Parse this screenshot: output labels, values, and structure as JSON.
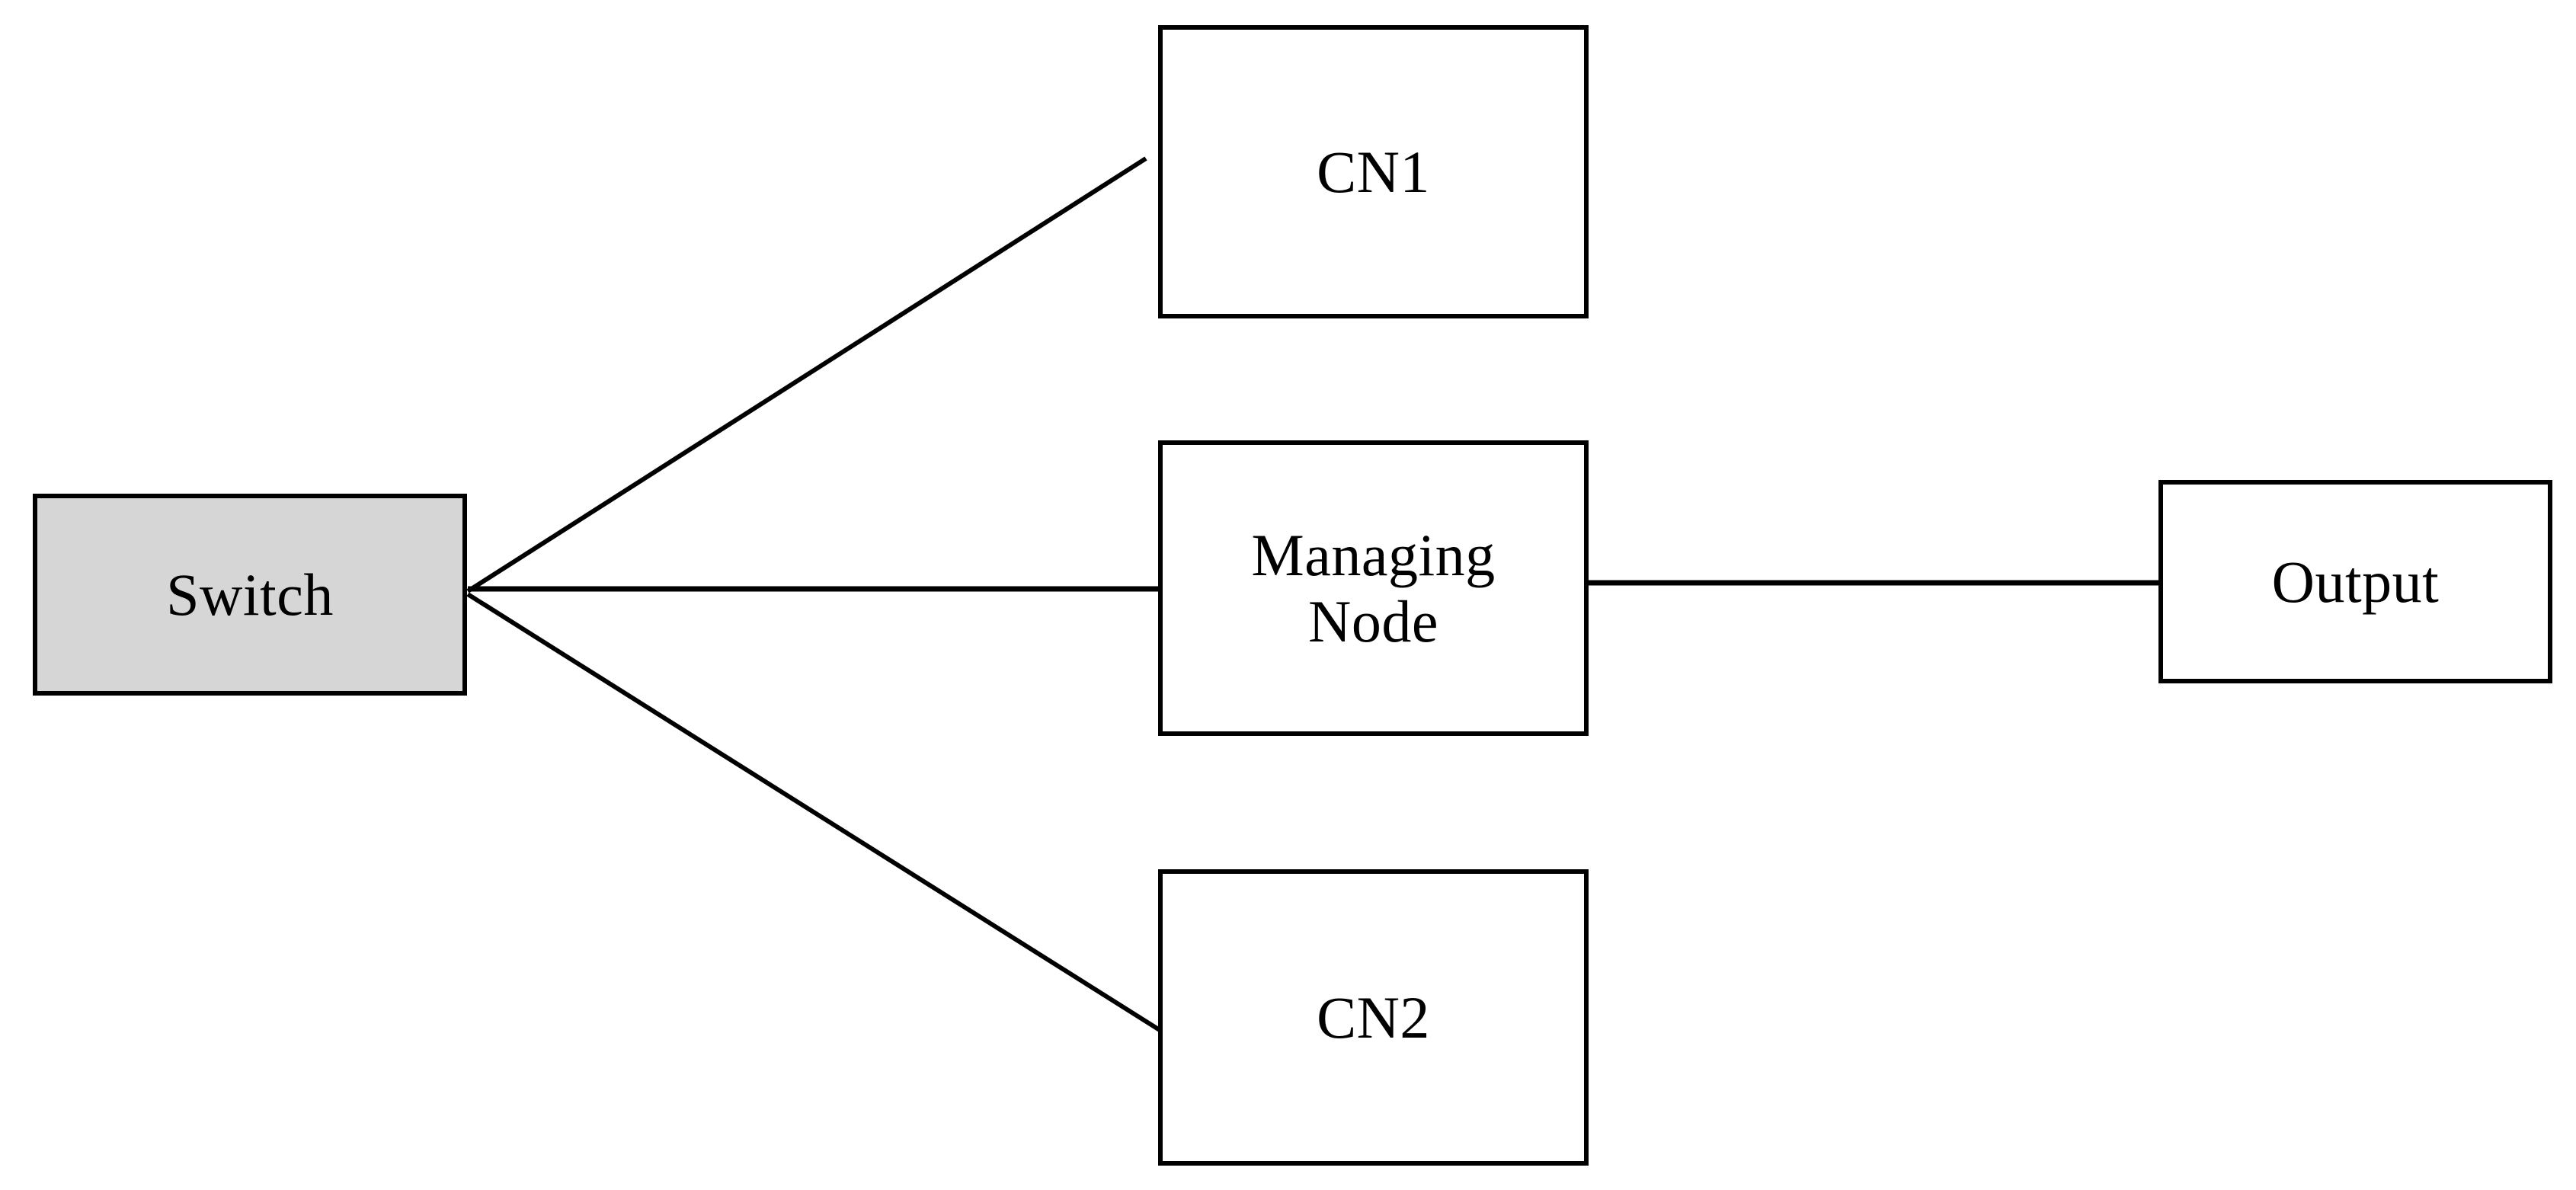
{
  "diagram": {
    "title": "Switch fan-out to CN1, Managing Node, CN2 with Output",
    "background_color": "#ffffff",
    "line_color": "#000000",
    "shaded_fill": "#d6d6d6",
    "nodes": [
      {
        "id": "switch",
        "label": "Switch",
        "shaded": true
      },
      {
        "id": "cn1",
        "label": "CN1",
        "shaded": false
      },
      {
        "id": "managing_node",
        "label": "Managing\nNode",
        "shaded": false
      },
      {
        "id": "cn2",
        "label": "CN2",
        "shaded": false
      },
      {
        "id": "output",
        "label": "Output",
        "shaded": false
      }
    ],
    "edges": [
      {
        "id": "switch-cn1",
        "from": "switch",
        "to": "cn1",
        "style": "diagonal-up"
      },
      {
        "id": "switch-managing-node",
        "from": "switch",
        "to": "managing_node",
        "style": "horizontal"
      },
      {
        "id": "switch-cn2",
        "from": "switch",
        "to": "cn2",
        "style": "diagonal-down"
      },
      {
        "id": "managing-node-output",
        "from": "managing_node",
        "to": "output",
        "style": "horizontal"
      }
    ]
  }
}
